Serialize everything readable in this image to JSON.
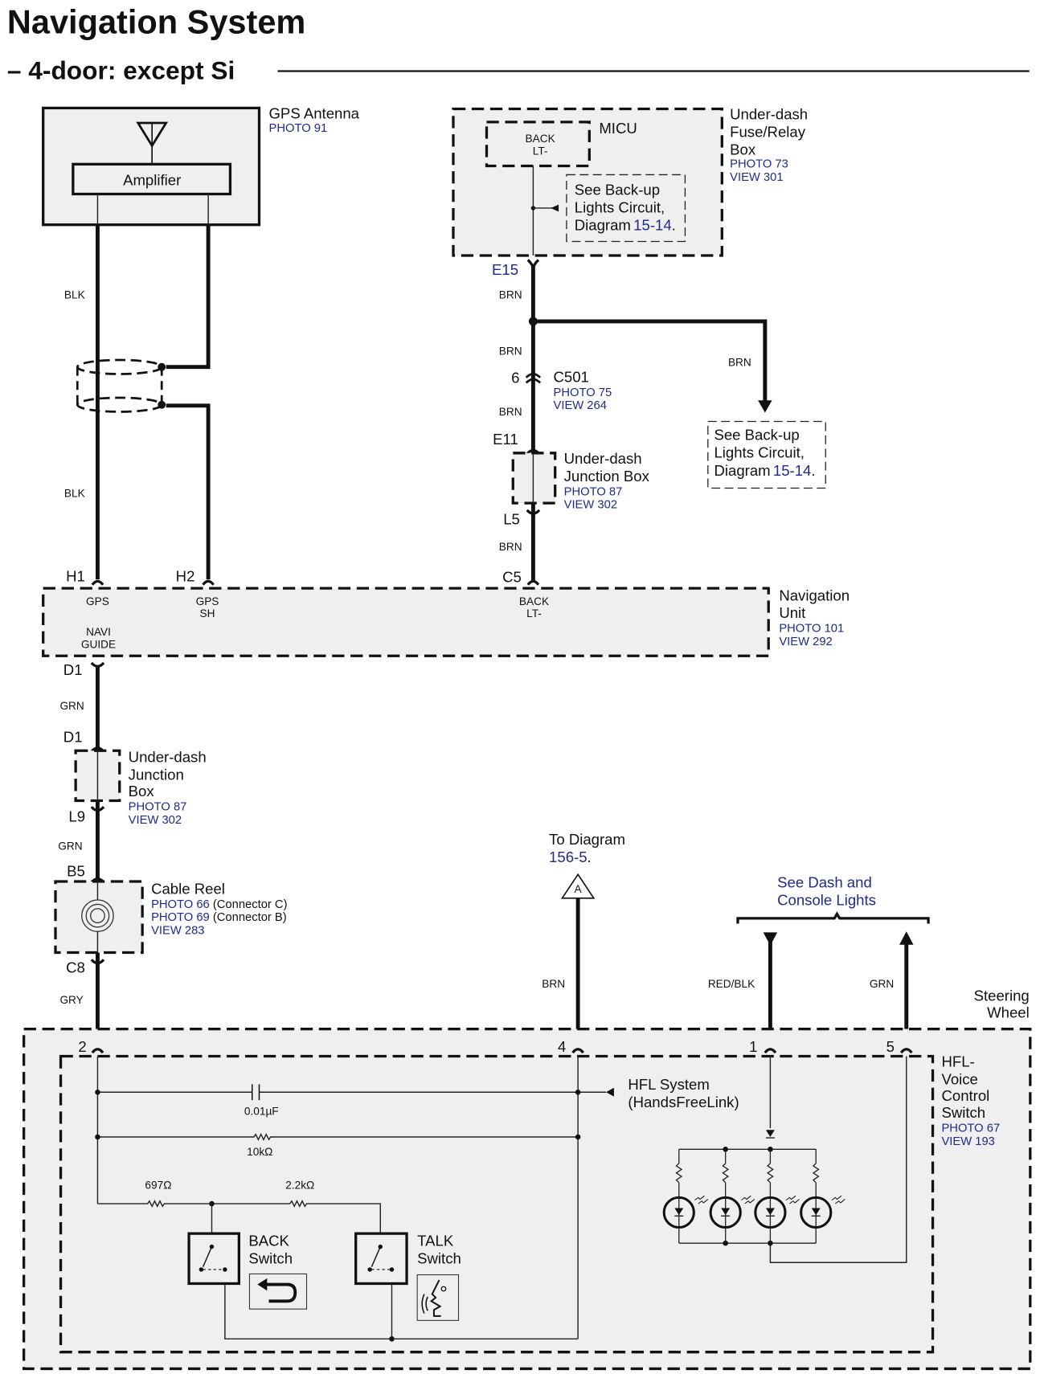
{
  "header": {
    "title": "Navigation System",
    "subtitle": "– 4-door: except Si"
  },
  "components": {
    "gps_antenna": {
      "name": "GPS Antenna",
      "photo": "PHOTO 91",
      "amplifier": "Amplifier"
    },
    "fuse_relay_box": {
      "name_lines": [
        "Under-dash",
        "Fuse/Relay",
        "Box"
      ],
      "photo": "PHOTO 73",
      "view": "VIEW 301",
      "micu": "MICU",
      "micu_terminal": [
        "BACK",
        "LT-"
      ]
    },
    "backup_ref_1": {
      "lines": [
        "See Back-up",
        "Lights Circuit,"
      ],
      "diagram_prefix": "Diagram",
      "diagram_link": "15-14",
      "suffix": "."
    },
    "backup_ref_2": {
      "lines": [
        "See Back-up",
        "Lights Circuit,"
      ],
      "diagram_prefix": "Diagram",
      "diagram_link": "15-14",
      "suffix": "."
    },
    "c501": {
      "name": "C501",
      "pin": "6",
      "photo": "PHOTO 75",
      "view": "VIEW 264"
    },
    "junction_box_upper": {
      "name_lines": [
        "Under-dash",
        "Junction Box"
      ],
      "photo": "PHOTO 87",
      "view": "VIEW 302",
      "pin_in": "E11",
      "pin_out": "L5"
    },
    "navigation_unit": {
      "name_lines": [
        "Navigation",
        "Unit"
      ],
      "photo": "PHOTO 101",
      "view": "VIEW 292",
      "terminals": [
        {
          "pin": "H1",
          "label": [
            "GPS"
          ]
        },
        {
          "pin": "H2",
          "label": [
            "GPS",
            "SH"
          ]
        },
        {
          "pin": "C5",
          "label": [
            "BACK",
            "LT-"
          ]
        },
        {
          "pin": "D1",
          "label": [
            "NAVI",
            "GUIDE"
          ]
        }
      ]
    },
    "junction_box_lower": {
      "name_lines": [
        "Under-dash",
        "Junction",
        "Box"
      ],
      "photo": "PHOTO 87",
      "view": "VIEW 302",
      "pin_in": "D1",
      "pin_out": "L9"
    },
    "cable_reel": {
      "name": "Cable Reel",
      "photos": [
        {
          "photo": "PHOTO 66",
          "note": "(Connector C)"
        },
        {
          "photo": "PHOTO 69",
          "note": "(Connector B)"
        }
      ],
      "view": "VIEW 283",
      "pin_in": "B5",
      "pin_out": "C8"
    },
    "to_diagram": {
      "text": "To Diagram",
      "link": "156-5",
      "suffix": ".",
      "marker": "A"
    },
    "dash_lights": {
      "lines": [
        "See Dash and",
        "Console Lights"
      ]
    },
    "steering_wheel": {
      "lines": [
        "Steering",
        "Wheel"
      ]
    },
    "hfl_switch": {
      "name_lines": [
        "HFL-",
        "Voice",
        "Control",
        "Switch"
      ],
      "photo": "PHOTO 67",
      "view": "VIEW 193",
      "pins": [
        "2",
        "4",
        "1",
        "5"
      ]
    },
    "hfl_system": {
      "lines": [
        "HFL System",
        "(HandsFreeLink)"
      ]
    },
    "capacitor": "0.01µF",
    "resistor_10k": "10kΩ",
    "resistor_697": "697Ω",
    "resistor_2k2": "2.2kΩ",
    "back_switch": {
      "lines": [
        "BACK",
        "Switch"
      ]
    },
    "talk_switch": {
      "lines": [
        "TALK",
        "Switch"
      ]
    }
  },
  "wires": {
    "blk_1": "BLK",
    "blk_2": "BLK",
    "brn_e15": "BRN",
    "brn_c501_top": "BRN",
    "brn_c501_bot": "BRN",
    "brn_branch": "BRN",
    "brn_l5": "BRN",
    "e15": "E15",
    "grn_d1": "GRN",
    "grn_l9": "GRN",
    "gry_c8": "GRY",
    "brn_pin4": "BRN",
    "redblk_pin1": "RED/BLK",
    "grn_pin5": "GRN"
  },
  "colors": {
    "link_blue": "#1f2a8c",
    "panel_gray": "#efefef"
  }
}
